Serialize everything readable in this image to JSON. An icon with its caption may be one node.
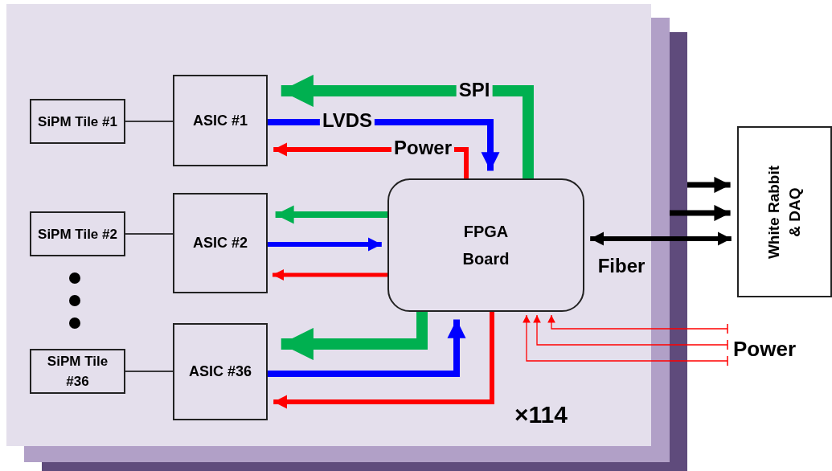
{
  "diagram": {
    "nodes": [
      {
        "text": [],
        "shape": "box"
      },
      {
        "text": [
          "SiPM Tile #1"
        ],
        "in": 0
      },
      {
        "text": [
          "ASIC #1"
        ],
        "in": 0
      },
      {
        "text": [
          "SiPM Tile #2"
        ],
        "in": 0
      },
      {
        "text": [
          "ASIC #2"
        ],
        "in": 0
      },
      {
        "text": [
          "SiPM Tile #36"
        ],
        "in": 0
      },
      {
        "text": [
          "ASIC #36"
        ],
        "in": 0
      },
      {
        "text": [
          "FPGA Board"
        ],
        "in": 0
      },
      {
        "text": [
          "White Rabbit & DAQ"
        ]
      },
      {
        "text": [
          "Power"
        ]
      }
    ],
    "edges": [
      {
        "from": 1,
        "to": 2,
        "arrow": "none",
        "color": "#000000"
      },
      {
        "from": 3,
        "to": 4,
        "arrow": "none",
        "color": "#000000"
      },
      {
        "from": 5,
        "to": 6,
        "arrow": "none",
        "color": "#000000"
      },
      {
        "from": 7,
        "to": 2,
        "arrow": "to",
        "label": "SPI",
        "style": "thick",
        "color": "#00b050"
      },
      {
        "from": 2,
        "to": 7,
        "arrow": "to",
        "label": "LVDS",
        "color": "#0000ff"
      },
      {
        "from": 7,
        "to": 2,
        "arrow": "to",
        "label": "Power",
        "color": "#ff0000"
      },
      {
        "from": 7,
        "to": 4,
        "arrow": "to",
        "color": "#00b050"
      },
      {
        "from": 4,
        "to": 7,
        "arrow": "to",
        "color": "#0000ff"
      },
      {
        "from": 7,
        "to": 4,
        "arrow": "to",
        "color": "#ff0000"
      },
      {
        "from": 7,
        "to": 6,
        "arrow": "to",
        "style": "thick",
        "color": "#00b050"
      },
      {
        "from": 6,
        "to": 7,
        "arrow": "to",
        "color": "#0000ff"
      },
      {
        "from": 7,
        "to": 6,
        "arrow": "to",
        "color": "#ff0000"
      },
      {
        "from": 7,
        "to": 8,
        "arrow": "both",
        "label": "Fiber",
        "color": "#000000"
      },
      {
        "from": null,
        "to": 8,
        "arrow": "to",
        "color": "#000000"
      },
      {
        "from": null,
        "to": 8,
        "arrow": "to",
        "color": "#000000"
      },
      {
        "from": 9,
        "to": 7,
        "arrow": "to",
        "color": "#ff0000"
      },
      {
        "from": 9,
        "to": 7,
        "arrow": "to",
        "color": "#ff0000"
      },
      {
        "from": 9,
        "to": 7,
        "arrow": "to",
        "color": "#ff0000"
      }
    ],
    "labels": [
      "×114"
    ]
  }
}
